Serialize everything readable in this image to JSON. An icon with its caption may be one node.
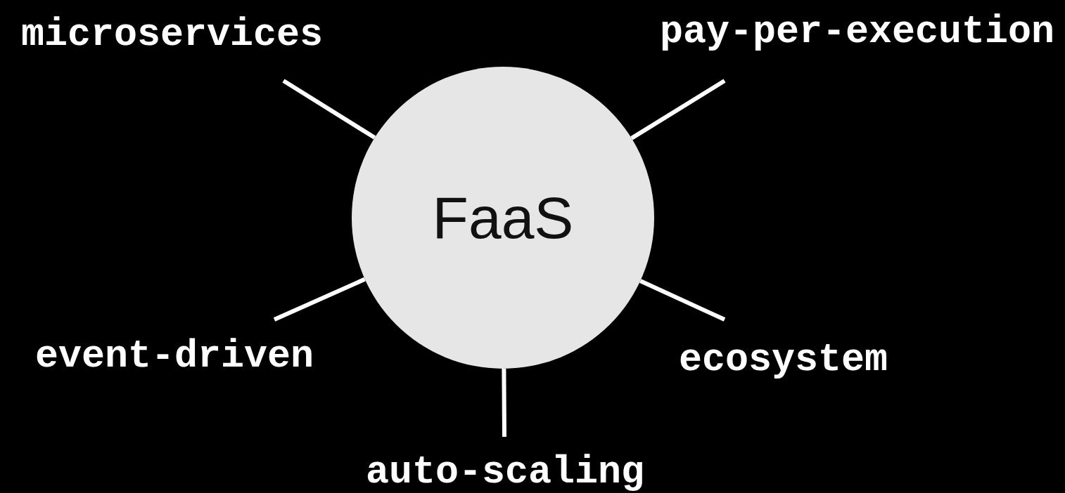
{
  "diagram": {
    "nodes": [
      {
        "text": [
          "FaaS"
        ]
      },
      {
        "text": [
          "microservices"
        ]
      },
      {
        "text": [
          "pay-per-execution"
        ]
      },
      {
        "text": [
          "event-driven"
        ]
      },
      {
        "text": [
          "ecosystem"
        ]
      },
      {
        "text": [
          "auto-scaling"
        ]
      }
    ],
    "edges": [
      {
        "from": 0,
        "to": 1,
        "arrow": "none"
      },
      {
        "from": 0,
        "to": 2,
        "arrow": "none"
      },
      {
        "from": 0,
        "to": 3,
        "arrow": "none"
      },
      {
        "from": 0,
        "to": 4,
        "arrow": "none"
      },
      {
        "from": 0,
        "to": 5,
        "arrow": "none"
      }
    ]
  }
}
